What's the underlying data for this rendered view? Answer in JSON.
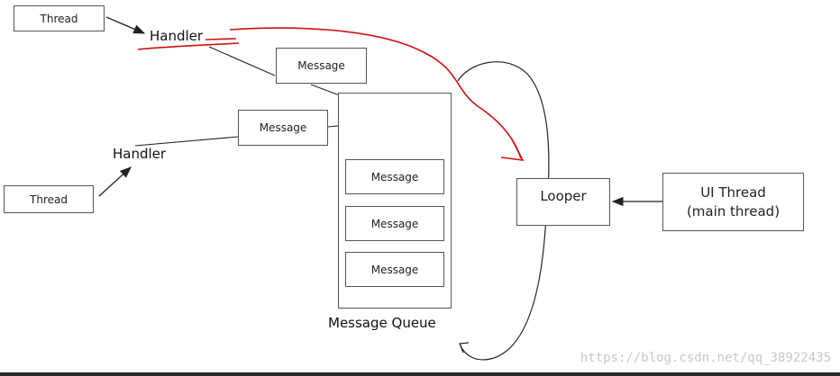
{
  "nodes": {
    "thread_top": "Thread",
    "handler_top": "Handler",
    "message_top": "Message",
    "message_mid": "Message",
    "handler_left": "Handler",
    "thread_left": "Thread",
    "queue_msg_1": "Message",
    "queue_msg_2": "Message",
    "queue_msg_3": "Message",
    "queue_label": "Message Queue",
    "looper": "Looper",
    "ui_thread_line1": "UI Thread",
    "ui_thread_line2": "(main thread)"
  },
  "watermark": "https://blog.csdn.net/qq_38922435",
  "colors": {
    "annotation": "#cc1111",
    "line": "#222222",
    "box_border": "#555555"
  }
}
